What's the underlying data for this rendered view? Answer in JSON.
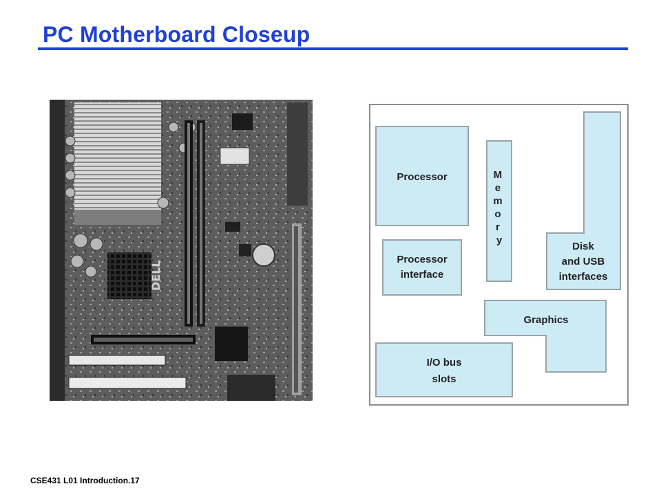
{
  "slide": {
    "title": "PC Motherboard Closeup",
    "footer": "CSE431  L01 Introduction.17"
  },
  "diagram": {
    "fill_color": "#cdebf5",
    "stroke_color": "#9aa4a8",
    "blocks": {
      "processor": "Processor",
      "memory": "Memory",
      "processor_interface_line1": "Processor",
      "processor_interface_line2": "interface",
      "disk_line1": "Disk",
      "disk_line2": "and USB",
      "disk_line3": "interfaces",
      "graphics": "Graphics",
      "io_line1": "I/O bus",
      "io_line2": "slots"
    }
  }
}
